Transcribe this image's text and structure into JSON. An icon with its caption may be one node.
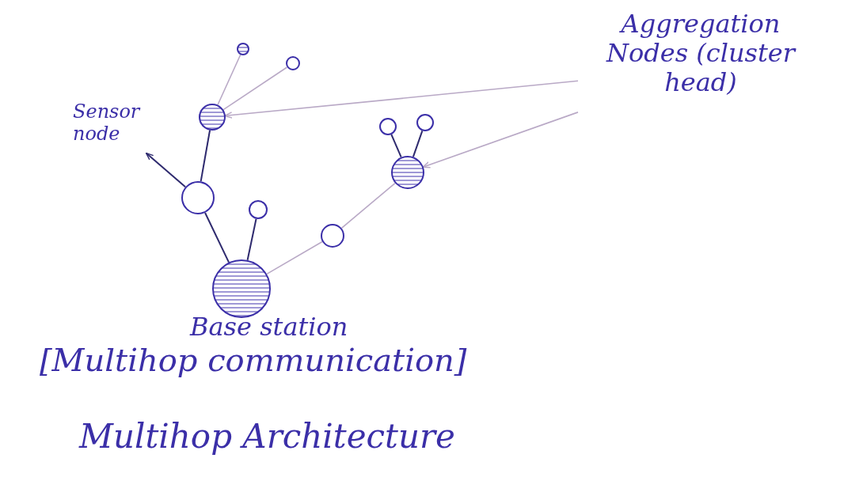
{
  "diagram": {
    "nodes": [
      {
        "text": [
          "Aggregation Nodes (cluster head)"
        ]
      },
      {
        "text": [
          "Sensor node"
        ]
      },
      {
        "text": [],
        "shape": "circle"
      },
      {
        "text": [],
        "shape": "circle"
      },
      {
        "text": [],
        "shape": "circle"
      },
      {
        "text": [],
        "shape": "circle"
      },
      {
        "text": [],
        "shape": "circle"
      },
      {
        "text": [],
        "shape": "circle"
      },
      {
        "text": [],
        "shape": "circle"
      },
      {
        "text": [],
        "shape": "circle"
      },
      {
        "text": [],
        "shape": "circle"
      },
      {
        "text": [],
        "shape": "circle",
        "beside": [
          "Base station"
        ]
      }
    ],
    "edges": [
      {
        "from": 2,
        "to": 4,
        "arrow": "none"
      },
      {
        "from": 3,
        "to": 4,
        "arrow": "none"
      },
      {
        "from": 4,
        "to": 8,
        "arrow": "none",
        "color": "#2e2a6e"
      },
      {
        "from": 8,
        "to": 11,
        "arrow": "none",
        "color": "#2e2a6e"
      },
      {
        "from": 9,
        "to": 11,
        "arrow": "none",
        "color": "#2e2a6e"
      },
      {
        "from": 5,
        "to": 7,
        "arrow": "none",
        "color": "#2e2a6e"
      },
      {
        "from": 6,
        "to": 7,
        "arrow": "none",
        "color": "#2e2a6e"
      },
      {
        "from": 7,
        "to": 10,
        "arrow": "none"
      },
      {
        "from": 10,
        "to": 11,
        "arrow": "none"
      },
      {
        "from": 0,
        "to": 4,
        "arrow": "to"
      },
      {
        "from": 0,
        "to": 7,
        "arrow": "to"
      },
      {
        "from": 8,
        "to": 1,
        "arrow": "to",
        "color": "#2e2a6e"
      }
    ],
    "labels": [
      "[Multihop communication]",
      "Multihop Architecture"
    ]
  }
}
